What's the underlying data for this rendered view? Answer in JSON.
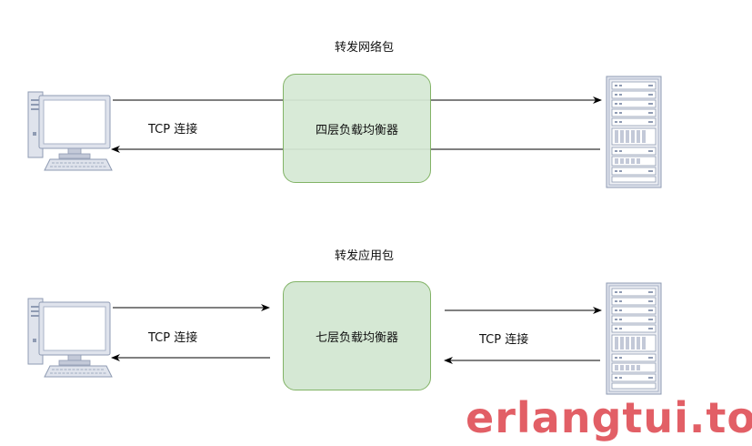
{
  "top": {
    "caption": "转发网络包",
    "balancer_label": "四层负载均衡器",
    "connection_label": "TCP 连接"
  },
  "bottom": {
    "caption": "转发应用包",
    "balancer_label": "七层负载均衡器",
    "client_connection_label": "TCP 连接",
    "server_connection_label": "TCP 连接"
  },
  "watermark": "erlangtui.top",
  "colors": {
    "balancer_fill": "#d5e8d4",
    "balancer_stroke": "#82b366",
    "arrow": "#000000",
    "watermark": "#e0525a"
  },
  "icons": [
    "desktop-computer-icon",
    "server-rack-icon"
  ]
}
